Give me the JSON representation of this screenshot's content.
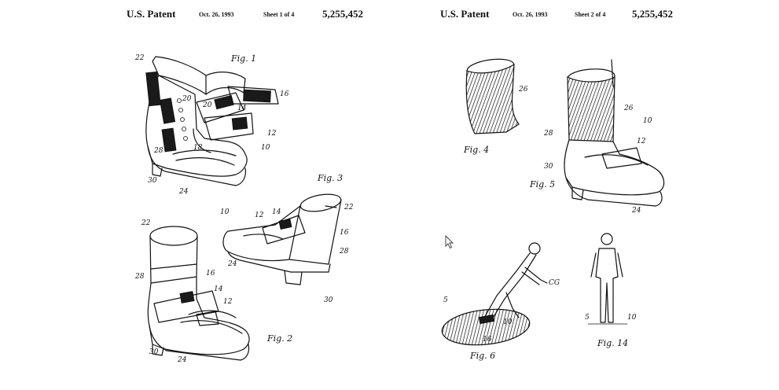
{
  "sheet1": {
    "patent_label": "U.S. Patent",
    "date": "Oct. 26, 1993",
    "sheet": "Sheet 1 of 4",
    "number": "5,255,452",
    "figures": {
      "fig1": "Fig. 1",
      "fig2": "Fig. 2",
      "fig3": "Fig. 3"
    },
    "refs": {
      "r22a": "22",
      "r20a": "20",
      "r20b": "20",
      "r14a": "14",
      "r16a": "16",
      "r12a": "12",
      "r18": "18",
      "r28a": "28",
      "r10a": "10",
      "r30a": "30",
      "r24a": "24",
      "r22b": "22",
      "r28b": "28",
      "r16b": "16",
      "r14b": "14",
      "r12b": "12",
      "r30b": "30",
      "r24b": "24",
      "r10c": "10",
      "r12c": "12",
      "r14c": "14",
      "r22c": "22",
      "r16c": "16",
      "r24c": "24",
      "r28c": "28",
      "r30c": "30"
    }
  },
  "sheet2": {
    "patent_label": "U.S. Patent",
    "date": "Oct. 26, 1993",
    "sheet": "Sheet 2 of 4",
    "number": "5,255,452",
    "figures": {
      "fig4": "Fig. 4",
      "fig5": "Fig. 5",
      "fig6": "Fig. 6",
      "fig14": "Fig. 14"
    },
    "refs": {
      "r26a": "26",
      "r26b": "26",
      "r10a": "10",
      "r28": "28",
      "r12": "12",
      "r30": "30",
      "r24": "24",
      "rCG": "CG",
      "r5a": "5",
      "r10b": "10",
      "r16": "16",
      "r5b": "5",
      "r10c": "10"
    }
  },
  "icons": {
    "cursor": "mouse-pointer-icon"
  }
}
